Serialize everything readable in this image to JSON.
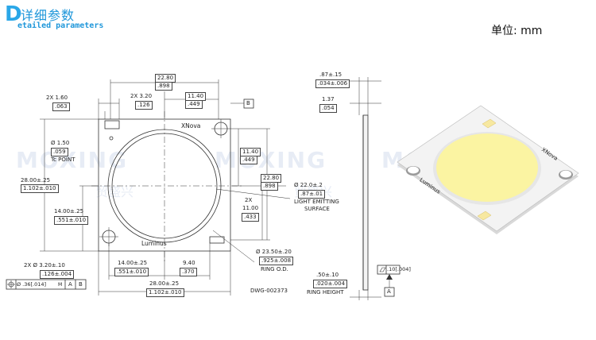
{
  "header": {
    "logo_letter": "D",
    "title_cn": "详细参数",
    "title_en": "etailed parameters",
    "unit": "单位:  mm"
  },
  "watermark": {
    "text": "MOXING",
    "text_cn": "贸盛兴"
  },
  "dims": {
    "top_width": "22.80",
    "top_width_in": ".898",
    "half_width": "11.40",
    "half_width_in": ".449",
    "pad_pitch": "2X 3.20",
    "pad_pitch_in": ".126",
    "pad_width": "2X 1.60",
    "pad_width_in": ".063",
    "tc_dia": "Ø 1.50",
    "tc_dia_in": ".059",
    "tc_label": "Tc POINT",
    "height": "28.00±.25",
    "height_in": "1.102±.010",
    "half_height": "14.00±.25",
    "half_height_in": ".551±.010",
    "hole": "2X Ø 3.20±.10",
    "hole_in": ".126±.004",
    "position_tol": "Ø .36[.014]",
    "m": "M",
    "datum_a": "A",
    "datum_b": "B",
    "right_half": "11.40",
    "right_half_in": ".449",
    "right_full": "22.80",
    "right_full_in": ".898",
    "right_2x": "2X",
    "right_11": "11.00",
    "right_11_in": ".433",
    "les_dia": "Ø 22.0±.2",
    "les_dia_in": ".87±.01",
    "les_label1": "LIGHT EMITTING",
    "les_label2": "SURFACE",
    "ring_dia": "Ø 23.50±.20",
    "ring_dia_in": ".925±.008",
    "ring_label": "RING O.D.",
    "bottom_half": "14.00±.25",
    "bottom_half_in": ".551±.010",
    "bottom_940": "9.40",
    "bottom_940_in": ".370",
    "bottom_full": "28.00±.25",
    "bottom_full_in": "1.102±.010",
    "dwg": "DWG-002373",
    "brand_top": "XNova",
    "brand_bottom": "Luminus",
    "side_thick": ".87±.15",
    "side_thick_in": ".034±.006",
    "side_137": "1.37",
    "side_137_in": ".054",
    "ring_height": ".50±.10",
    "ring_height_in": ".020±.004",
    "ring_height_label": "RING HEIGHT",
    "flatness": ".10[.004]"
  },
  "photo": {
    "brand_top": "XNova",
    "brand_bottom": "Luminus"
  },
  "colors": {
    "header_blue": "#1f97da",
    "phosphor": "#fbf4a2",
    "substrate": "#f2f2f2"
  }
}
